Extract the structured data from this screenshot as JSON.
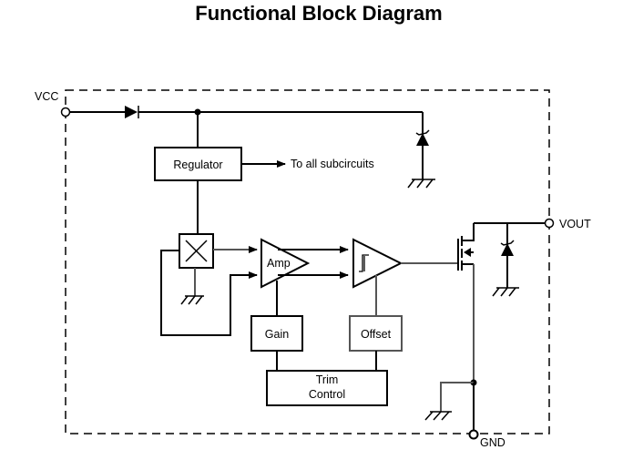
{
  "title": "Functional Block Diagram",
  "pins": {
    "vcc": "VCC",
    "vout": "VOUT",
    "gnd": "GND"
  },
  "blocks": {
    "regulator": "Regulator",
    "regulator_output": "To all subcircuits",
    "amp": "Amp",
    "gain": "Gain",
    "offset": "Offset",
    "trim_control_line1": "Trim",
    "trim_control_line2": "Control"
  },
  "colors": {
    "line": "#000000",
    "secondary_line": "#555555",
    "background": "#ffffff"
  }
}
